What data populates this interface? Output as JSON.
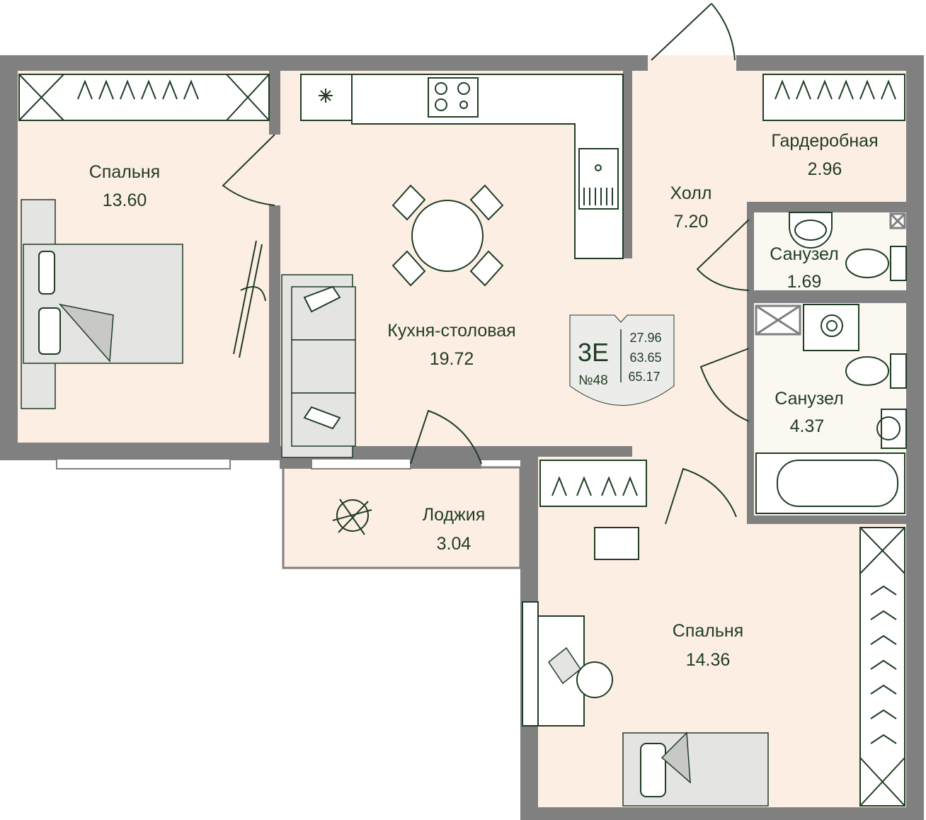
{
  "apartment": {
    "type": "3E",
    "number": "№48",
    "areas": {
      "living": "27.96",
      "total": "63.65",
      "total_with_loggia": "65.17"
    }
  },
  "rooms": [
    {
      "name": "Спальня",
      "area": "13.60"
    },
    {
      "name": "Кухня-столовая",
      "area": "19.72"
    },
    {
      "name": "Холл",
      "area": "7.20"
    },
    {
      "name": "Гардеробная",
      "area": "2.96"
    },
    {
      "name": "Санузел",
      "area": "1.69"
    },
    {
      "name": "Санузел",
      "area": "4.37"
    },
    {
      "name": "Лоджия",
      "area": "3.04"
    },
    {
      "name": "Спальня",
      "area": "14.36"
    }
  ],
  "colors": {
    "wall": "#808080",
    "floor": "#fdeee3",
    "line": "#1f3d24",
    "badge": "#ececea"
  }
}
